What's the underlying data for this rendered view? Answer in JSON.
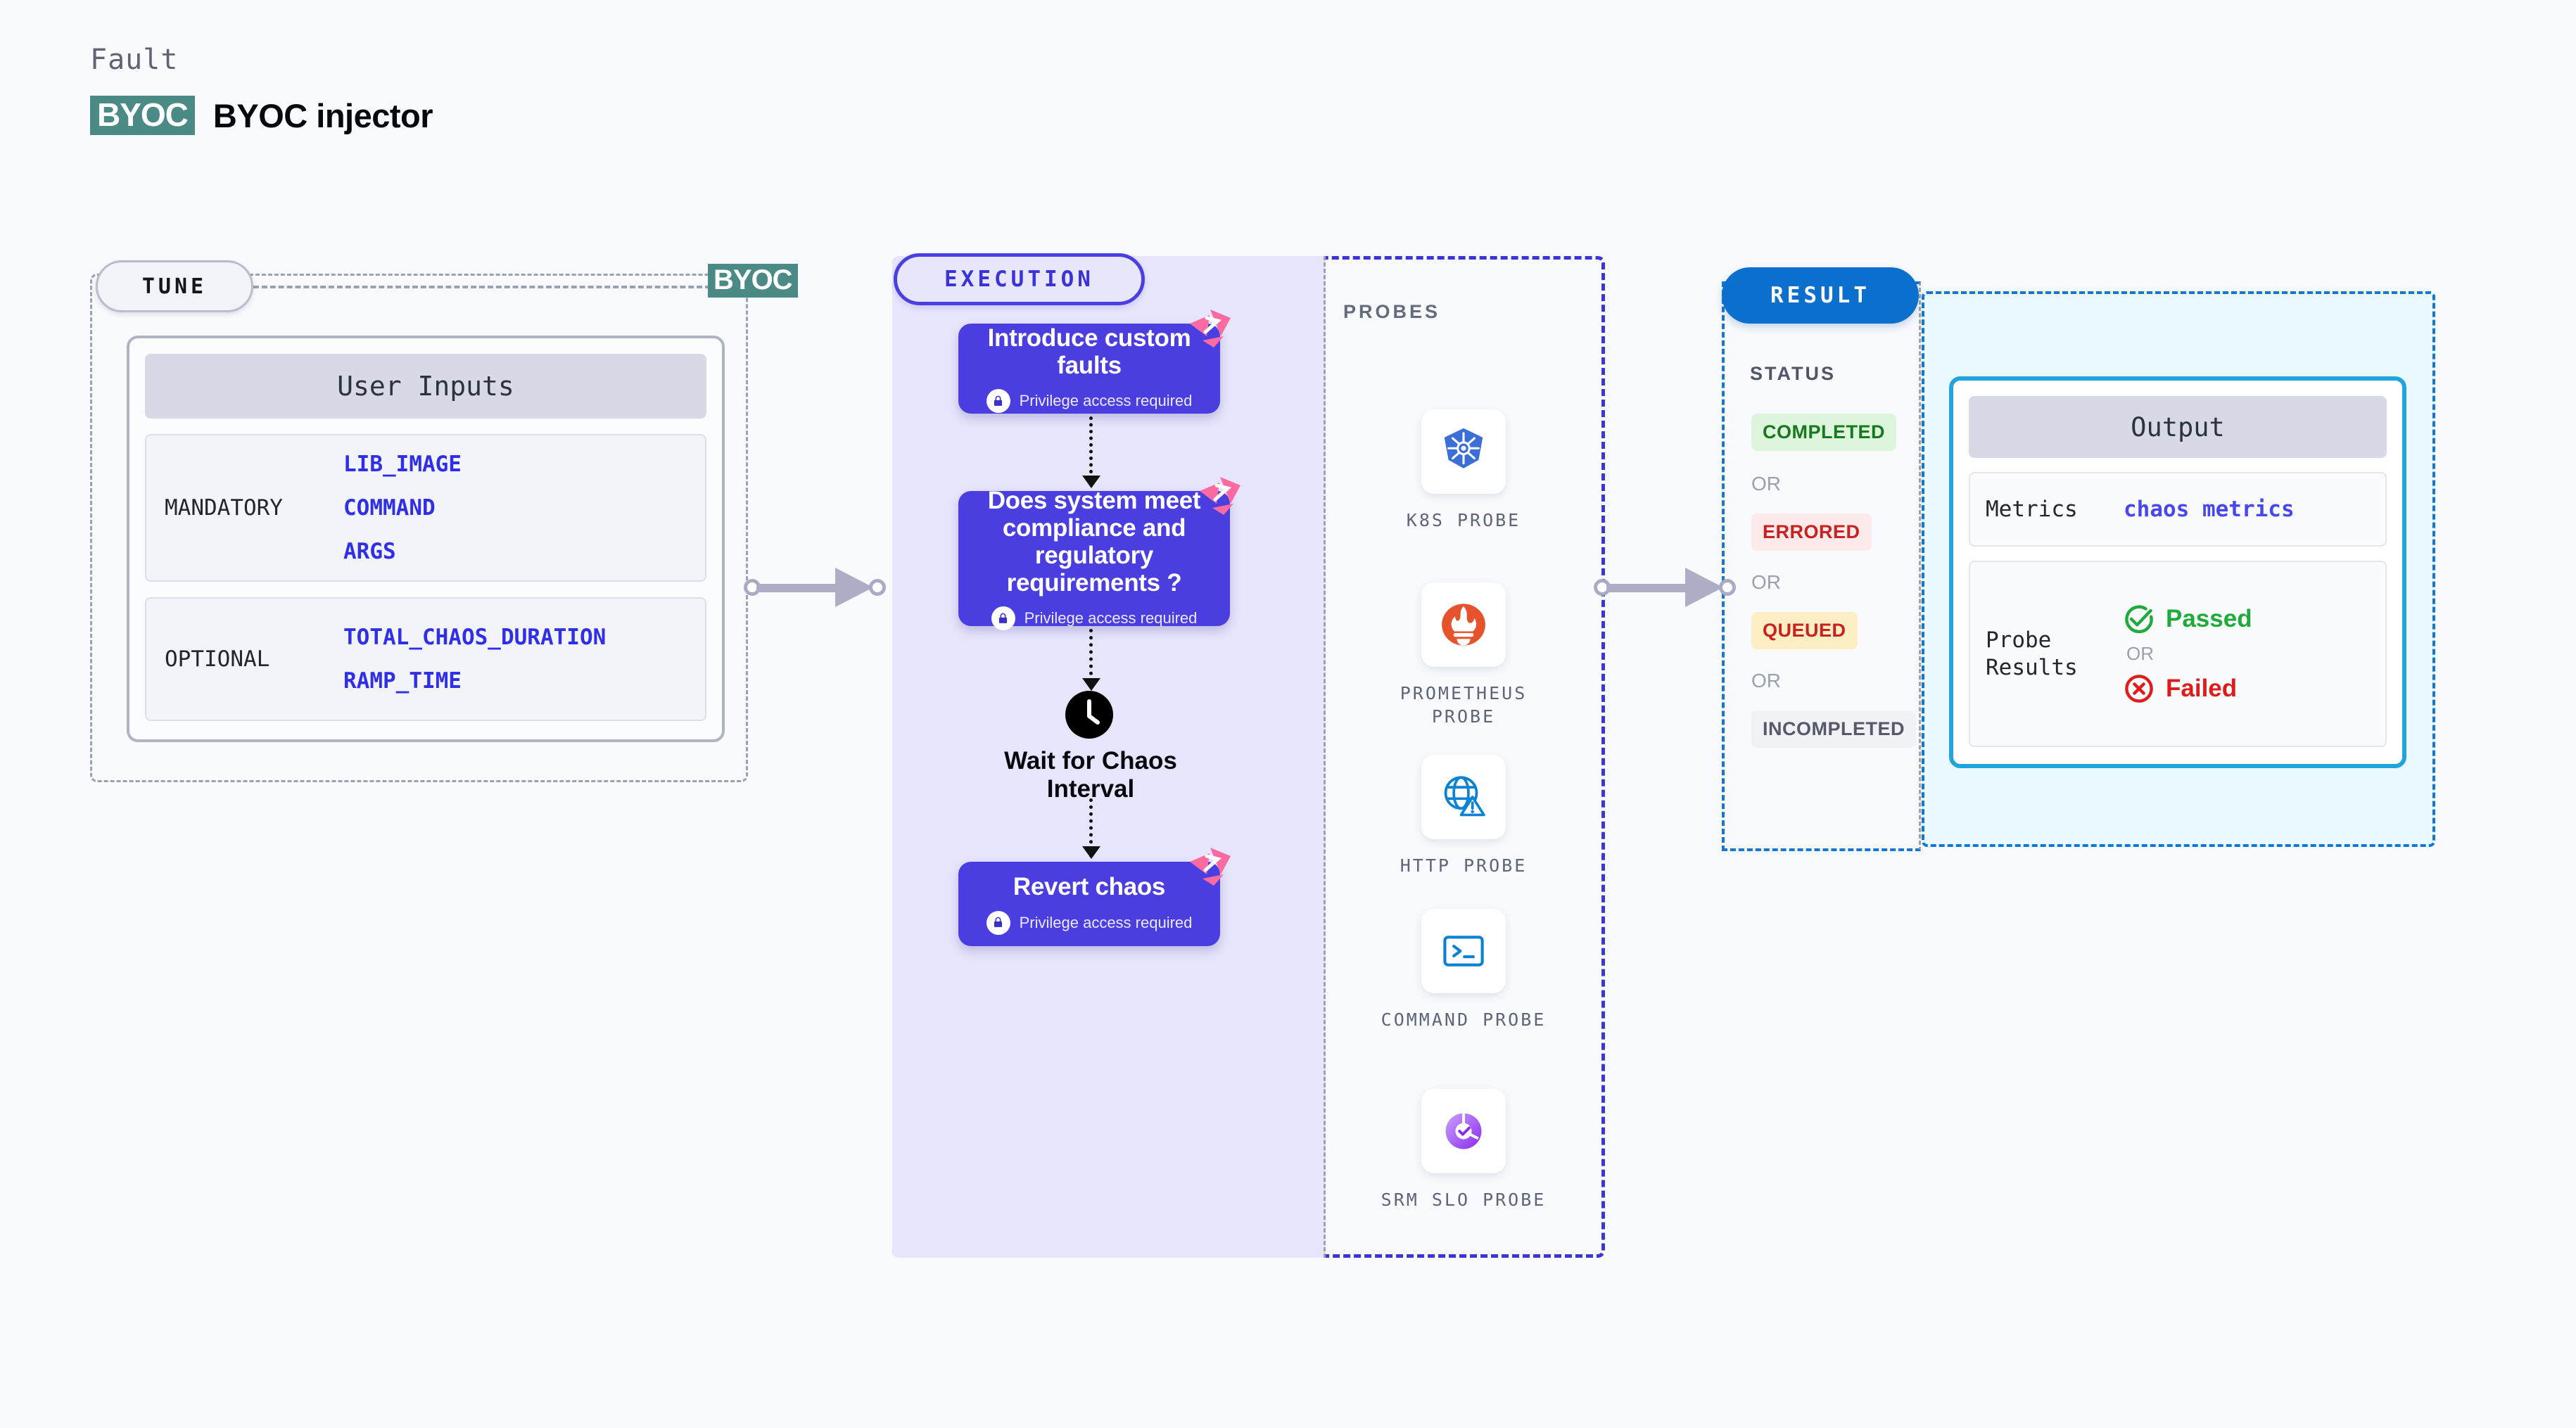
{
  "header": {
    "eyebrow": "Fault",
    "badge": "BYOC",
    "title": "BYOC injector"
  },
  "tune": {
    "pill_label": "TUNE",
    "edge_badge": "BYOC",
    "card_title": "User Inputs",
    "groups": [
      {
        "kind": "MANDATORY",
        "params": [
          "LIB_IMAGE",
          "COMMAND",
          "ARGS"
        ]
      },
      {
        "kind": "OPTIONAL",
        "params": [
          "TOTAL_CHAOS_DURATION",
          "RAMP_TIME"
        ]
      }
    ]
  },
  "execution": {
    "pill_label": "EXECUTION",
    "privilege_note": "Privilege access required",
    "steps": [
      {
        "title": "Introduce custom faults",
        "privileged": true
      },
      {
        "title": "Does system meet compliance and regulatory requirements ?",
        "privileged": true
      },
      {
        "title": "Revert chaos",
        "privileged": true
      }
    ],
    "wait_label": "Wait for Chaos Interval"
  },
  "probes": {
    "label": "PROBES",
    "items": [
      {
        "name": "K8S PROBE",
        "icon": "kubernetes-icon"
      },
      {
        "name": "PROMETHEUS PROBE",
        "icon": "prometheus-icon"
      },
      {
        "name": "HTTP PROBE",
        "icon": "http-globe-icon"
      },
      {
        "name": "COMMAND PROBE",
        "icon": "terminal-icon"
      },
      {
        "name": "SRM SLO PROBE",
        "icon": "srm-slo-icon"
      }
    ]
  },
  "result": {
    "pill_label": "RESULT",
    "status_label": "STATUS",
    "or_label": "OR",
    "statuses": [
      {
        "label": "COMPLETED",
        "bg": "#ddf5dd",
        "fg": "#17791c"
      },
      {
        "label": "ERRORED",
        "bg": "#fdeaea",
        "fg": "#cb2020"
      },
      {
        "label": "QUEUED",
        "bg": "#fdeec4",
        "fg": "#cb2020"
      },
      {
        "label": "INCOMPLETED",
        "bg": "#f1f2f6",
        "fg": "#55596a"
      }
    ],
    "output": {
      "title": "Output",
      "metrics_key": "Metrics",
      "metrics_value": "chaos metrics",
      "probe_results_key": "Probe Results",
      "passed_label": "Passed",
      "failed_label": "Failed",
      "or_label": "OR"
    }
  },
  "colors": {
    "background": "#f8fafd",
    "byoc_teal": "#4b8a85",
    "execution_indigo": "#4a3ee0",
    "execution_panel": "#e6e5fc",
    "result_blue": "#0b6fcd",
    "output_cyan": "#21a4dc",
    "litmus_pink": "#fb6aa0",
    "param_blue": "#2f2fe8"
  }
}
